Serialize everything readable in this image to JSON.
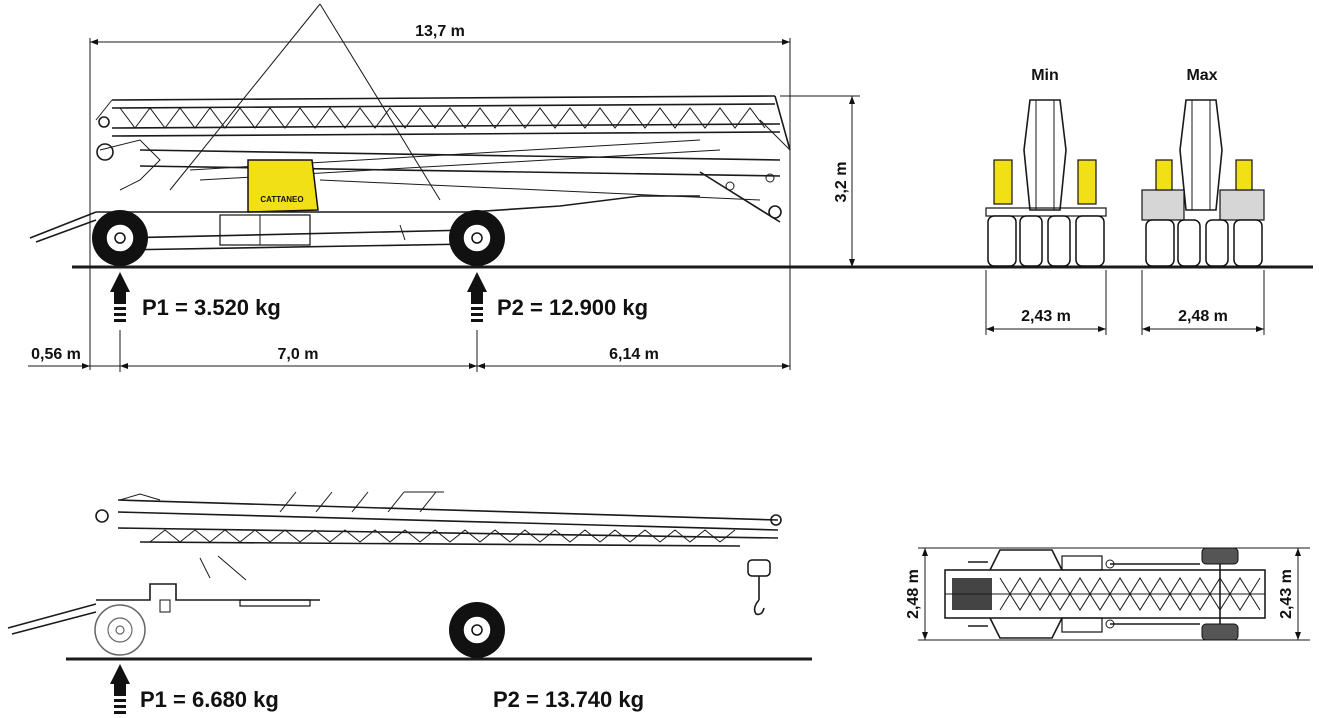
{
  "dimensions": {
    "overall_length": "13,7 m",
    "height": "3,2 m",
    "front_overhang": "0,56 m",
    "wheelbase": "7,0 m",
    "rear_overhang": "6,14 m",
    "width_min_label": "Min",
    "width_max_label": "Max",
    "width_min": "2,43 m",
    "width_max": "2,48 m",
    "top_width_left": "2,48 m",
    "top_width_right": "2,43 m"
  },
  "loads": {
    "working_p1": "P1 = 3.520 kg",
    "working_p2": "P2 = 12.900 kg",
    "transport_p1": "P1 = 6.680 kg",
    "transport_p2": "P2 = 13.740 kg"
  },
  "brand": {
    "logo_text": "CATTANEO",
    "color": "#f2d21a"
  },
  "colors": {
    "line": "#1a1a1a",
    "ballast": "#d6d6d6",
    "counterweight": "#f2e016"
  }
}
